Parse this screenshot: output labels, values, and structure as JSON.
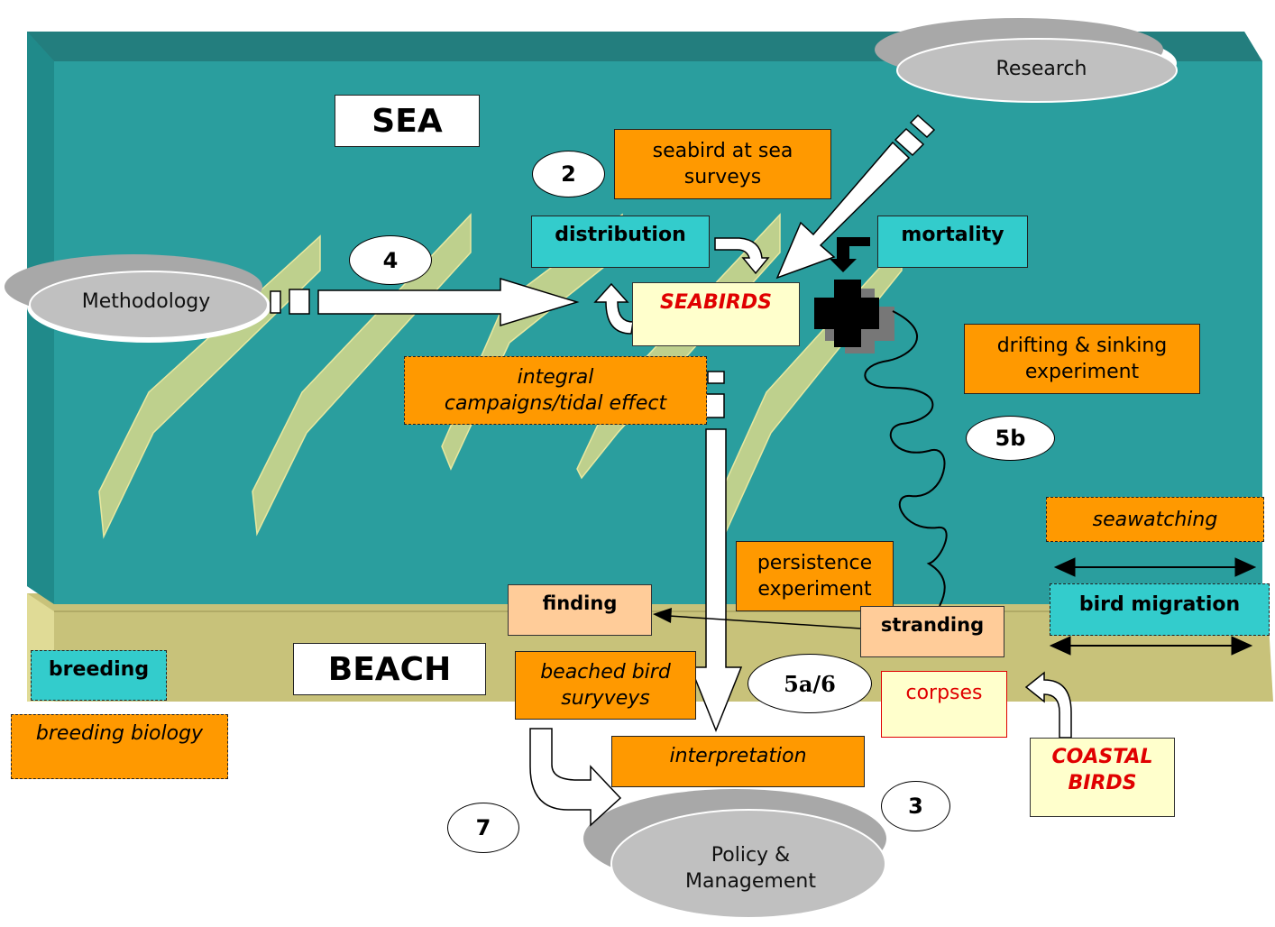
{
  "areas": {
    "sea": "SEA",
    "beach": "BEACH"
  },
  "discs": {
    "research": "Research",
    "methodology": "Methodology",
    "policy_line1": "Policy &",
    "policy_line2": "Management"
  },
  "boxes": {
    "seabird_surveys": "seabird at sea surveys",
    "distribution": "distribution",
    "mortality": "mortality",
    "seabirds": "SEABIRDS",
    "integral_campaigns": "integral campaigns/tidal effect",
    "drifting_sinking": "drifting & sinking experiment",
    "seawatching": "seawatching",
    "bird_migration": "bird migration",
    "persistence": "persistence experiment",
    "finding": "finding",
    "stranding": "stranding",
    "breeding": "breeding",
    "breeding_biology": "breeding biology",
    "beached_surveys": "beached bird suryveys",
    "corpses": "corpses",
    "interpretation": "interpretation",
    "coastal_birds": "COASTAL BIRDS"
  },
  "numbers": {
    "n2": "2",
    "n4": "4",
    "n5b": "5b",
    "n5a6": "5a/6",
    "n3": "3",
    "n7": "7"
  },
  "colors": {
    "sea": "#2a9e9e",
    "sea_top": "#237e7e",
    "beach": "#c8c27a",
    "orange": "#ff9900",
    "teal": "#33cccc",
    "peach": "#ffcc99",
    "cream": "#ffffcc",
    "disc": "#c0c0c0",
    "red_text": "#e00000"
  }
}
